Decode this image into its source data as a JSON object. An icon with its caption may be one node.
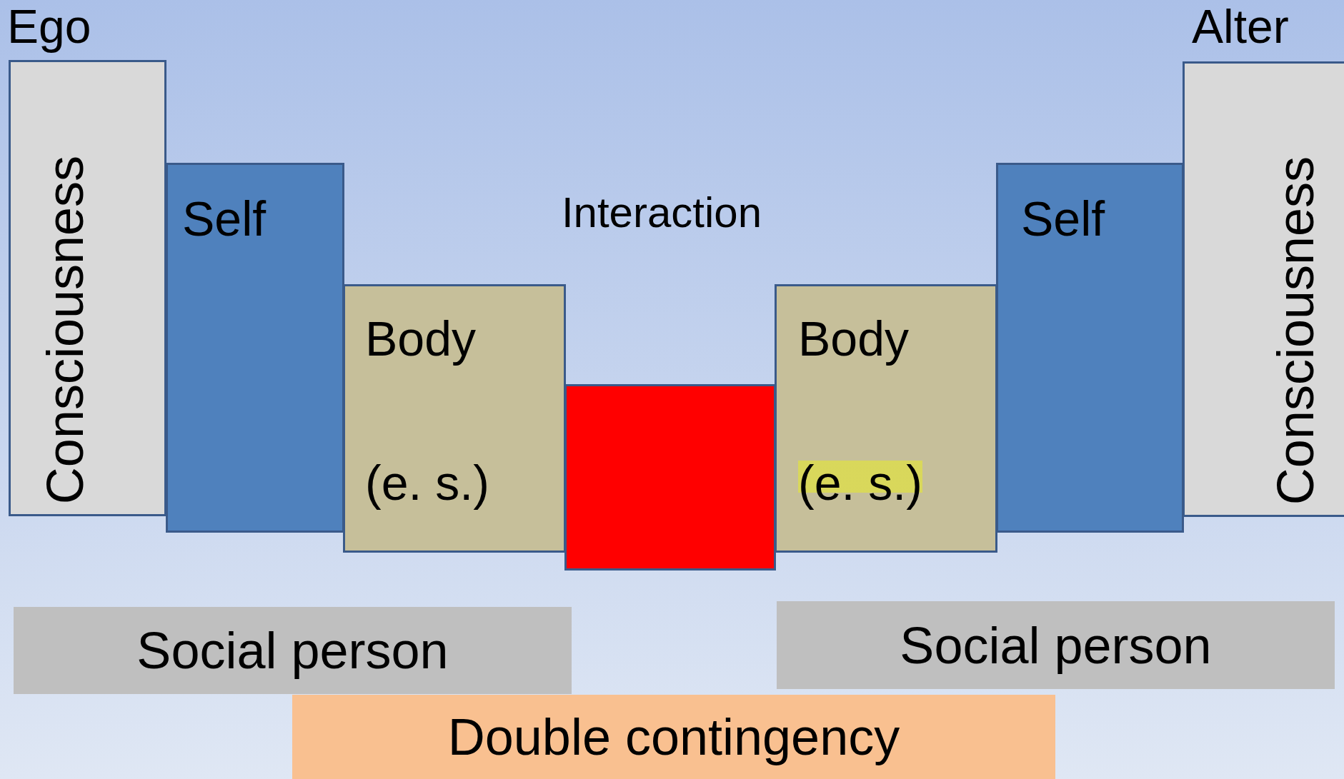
{
  "diagram": {
    "nodes": [
      {
        "text": [
          "Consciousness"
        ]
      },
      {
        "text": [
          "Self"
        ]
      },
      {
        "text": [
          "Body",
          "(e. s.)"
        ]
      },
      {
        "text": [],
        "shape": "box"
      },
      {
        "text": [
          "Body",
          "(e. s.)"
        ]
      },
      {
        "text": [
          "Self"
        ]
      },
      {
        "text": [
          "Consciousness"
        ]
      },
      {
        "text": [
          "Social person"
        ]
      },
      {
        "text": [
          "Social person"
        ]
      },
      {
        "text": [
          "Double contingency"
        ]
      }
    ],
    "labels": [
      "Ego",
      "Alter",
      "Interaction"
    ]
  }
}
